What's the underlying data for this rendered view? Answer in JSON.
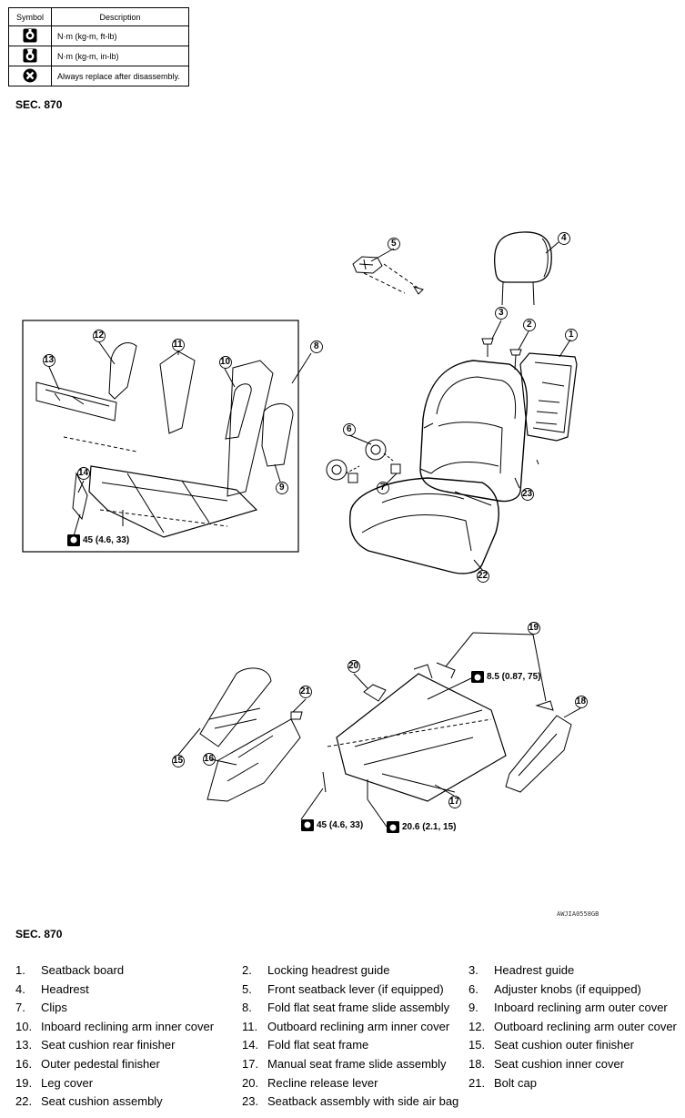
{
  "symbol_table": {
    "header_symbol": "Symbol",
    "header_description": "Description",
    "rows": [
      {
        "icon": "torque-ftlb-icon",
        "description": "N·m (kg-m, ft-lb)"
      },
      {
        "icon": "torque-inlb-icon",
        "description": "N·m (kg-m, in-lb)"
      },
      {
        "icon": "replace-icon",
        "description": "Always replace after disassembly."
      }
    ]
  },
  "section_top": "SEC. 870",
  "section_bottom": "SEC. 870",
  "figure_id": "AWJIA0558GB",
  "callouts": {
    "n1": "1",
    "n2": "2",
    "n3": "3",
    "n4": "4",
    "n5": "5",
    "n6": "6",
    "n7": "7",
    "n8": "8",
    "n9": "9",
    "n10": "10",
    "n11": "11",
    "n12": "12",
    "n13": "13",
    "n14": "14",
    "n15": "15",
    "n16": "16",
    "n17": "17",
    "n18": "18",
    "n19": "19",
    "n20": "20",
    "n21": "21",
    "n22": "22",
    "n23": "23"
  },
  "torques": {
    "t_frame_left": "45 (4.6, 33)",
    "t_lower_left": "45 (4.6, 33)",
    "t_lower_mid": "20.6 (2.1, 15)",
    "t_lower_top": "8.5 (0.87, 75)"
  },
  "parts": [
    {
      "num": "1.",
      "name": "Seatback board"
    },
    {
      "num": "2.",
      "name": "Locking headrest guide"
    },
    {
      "num": "3.",
      "name": "Headrest guide"
    },
    {
      "num": "4.",
      "name": "Headrest"
    },
    {
      "num": "5.",
      "name": "Front seatback lever (if equipped)"
    },
    {
      "num": "6.",
      "name": "Adjuster knobs (if equipped)"
    },
    {
      "num": "7.",
      "name": "Clips"
    },
    {
      "num": "8.",
      "name": "Fold flat seat frame slide assembly"
    },
    {
      "num": "9.",
      "name": "Inboard reclining arm outer cover"
    },
    {
      "num": "10.",
      "name": "Inboard reclining arm inner cover"
    },
    {
      "num": "11.",
      "name": "Outboard reclining arm inner cover"
    },
    {
      "num": "12.",
      "name": "Outboard reclining arm outer cover"
    },
    {
      "num": "13.",
      "name": "Seat cushion rear finisher"
    },
    {
      "num": "14.",
      "name": "Fold flat seat frame"
    },
    {
      "num": "15.",
      "name": "Seat cushion outer finisher"
    },
    {
      "num": "16.",
      "name": "Outer pedestal finisher"
    },
    {
      "num": "17.",
      "name": "Manual seat frame slide assembly"
    },
    {
      "num": "18.",
      "name": "Seat cushion inner cover"
    },
    {
      "num": "19.",
      "name": "Leg cover"
    },
    {
      "num": "20.",
      "name": "Recline release lever"
    },
    {
      "num": "21.",
      "name": "Bolt cap"
    },
    {
      "num": "22.",
      "name": "Seat cushion assembly"
    },
    {
      "num": "23.",
      "name": "Seatback assembly with side air bag"
    }
  ]
}
